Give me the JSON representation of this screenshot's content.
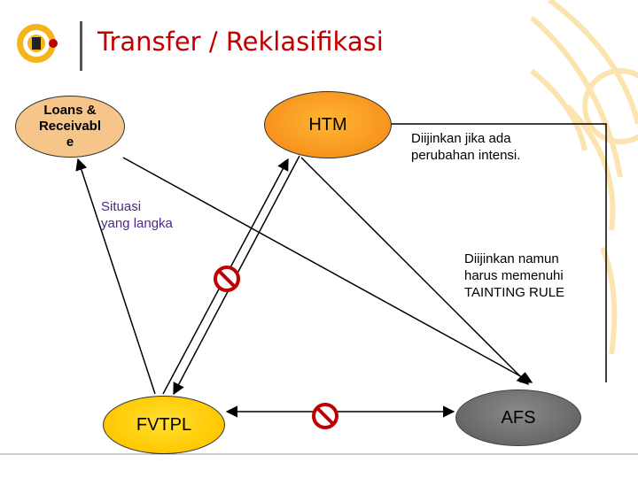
{
  "slide": {
    "title": "Transfer / Reklasifikasi"
  },
  "nodes": {
    "loans": "Loans &\nReceivabl\ne",
    "htm": "HTM",
    "fvtpl": "FVTPL",
    "afs": "AFS"
  },
  "labels": {
    "diijinkan_intensi": "Diijinkan jika ada\nperubahan intensi.",
    "situasi_langka": "Situasi\nyang langka",
    "tainting_rule": "Diijinkan namun\nharus memenuhi\nTAINTING RULE"
  },
  "colors": {
    "title": "#c00000",
    "loans": "#f6c58a",
    "htm": "#f7941d",
    "fvtpl": "#ffc800",
    "afs": "#6a6a6a",
    "prohibited": "#c00000",
    "decor": "#f4b41a"
  },
  "icons": {
    "logo": "university-seal-icon",
    "prohibited": "prohibited-icon"
  }
}
